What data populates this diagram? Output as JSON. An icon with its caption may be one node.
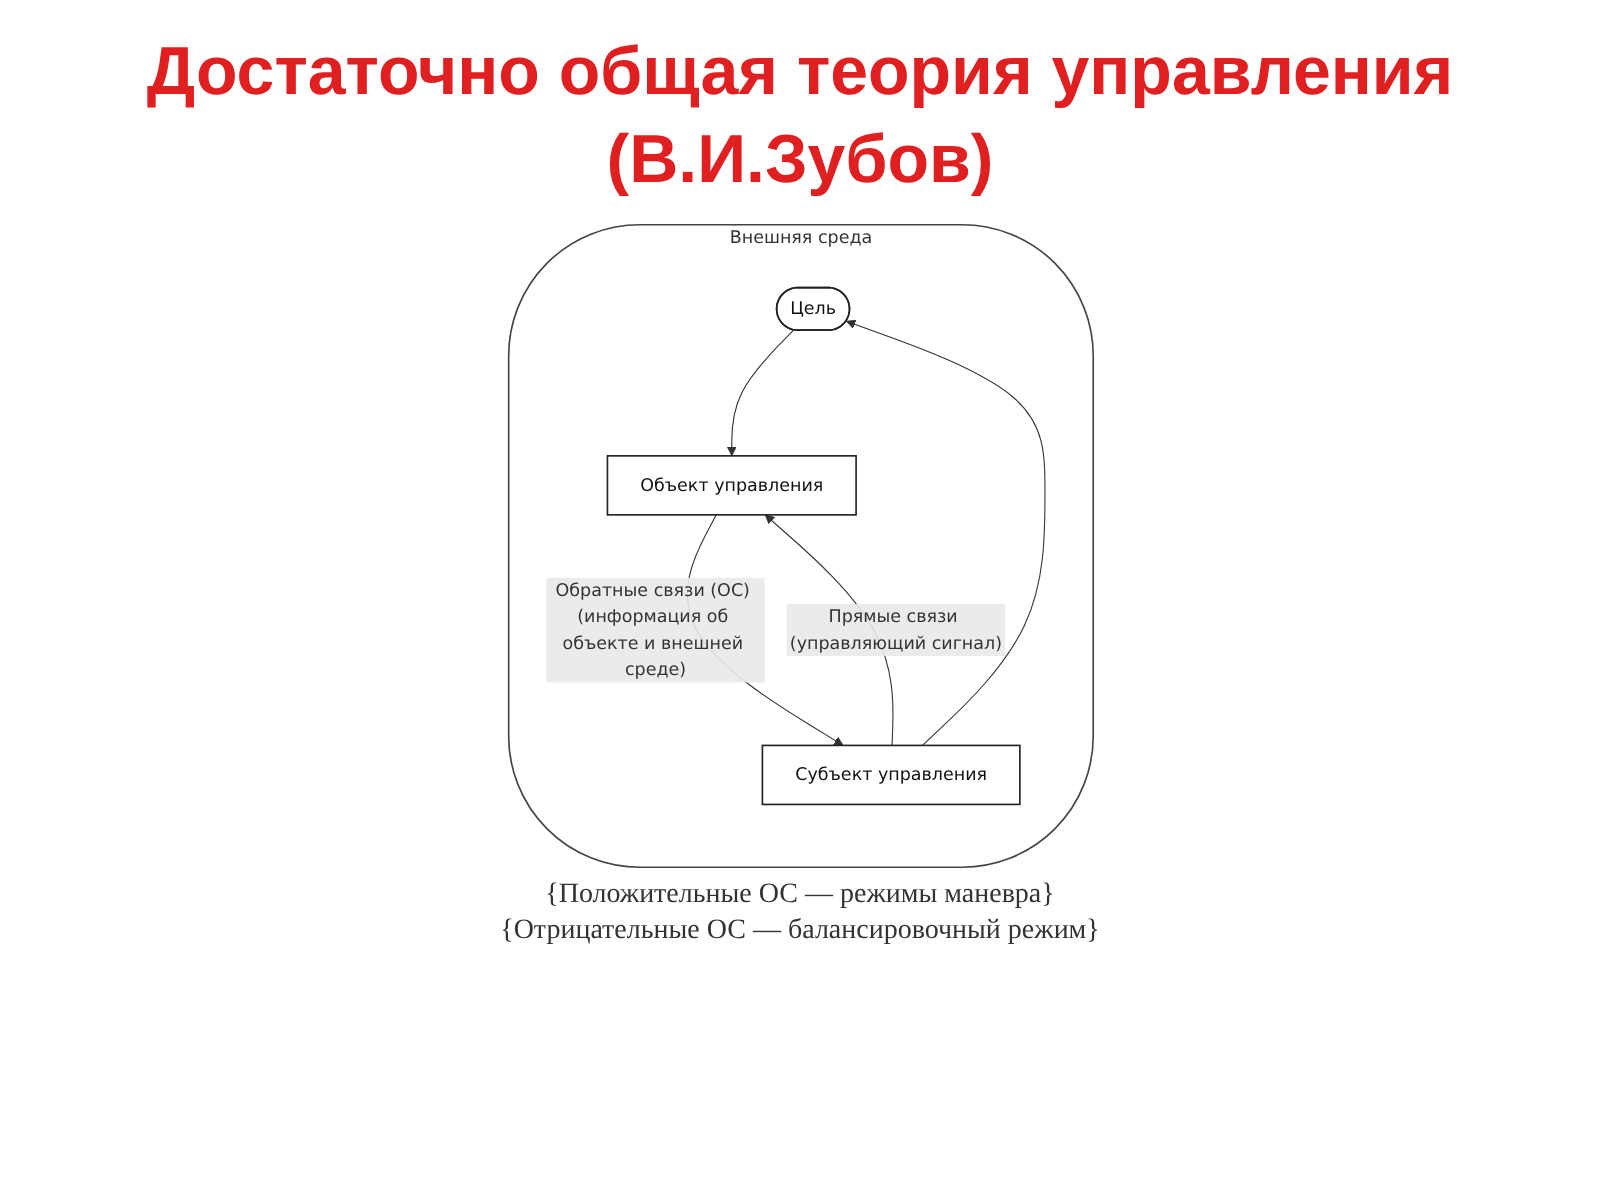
{
  "diagram": {
    "title": "Достаточно общая теория управления (В.И.Зубов)",
    "nodes": [
      {
        "text": [
          "Внешняя среда"
        ]
      },
      {
        "text": [
          "Цель"
        ],
        "in": 0
      },
      {
        "text": [
          "Субъект управления"
        ],
        "in": 0
      },
      {
        "text": [
          "Объект управления"
        ],
        "in": 0
      }
    ],
    "edges": [
      {
        "from": 2,
        "to": 1,
        "arrow": "to"
      },
      {
        "from": 1,
        "to": 3,
        "arrow": "to"
      },
      {
        "from": 2,
        "to": 3,
        "arrow": "to",
        "label": "Прямые связи (управляющий сигнал)"
      },
      {
        "from": 3,
        "to": 2,
        "arrow": "to",
        "label": "Обратные связи (ОС) (информация об объекте и внешней среде)"
      }
    ],
    "labels": [
      "{Положительные ОС — режимы маневра}",
      "{Отрицательные ОС — балансировочный режим}"
    ]
  }
}
